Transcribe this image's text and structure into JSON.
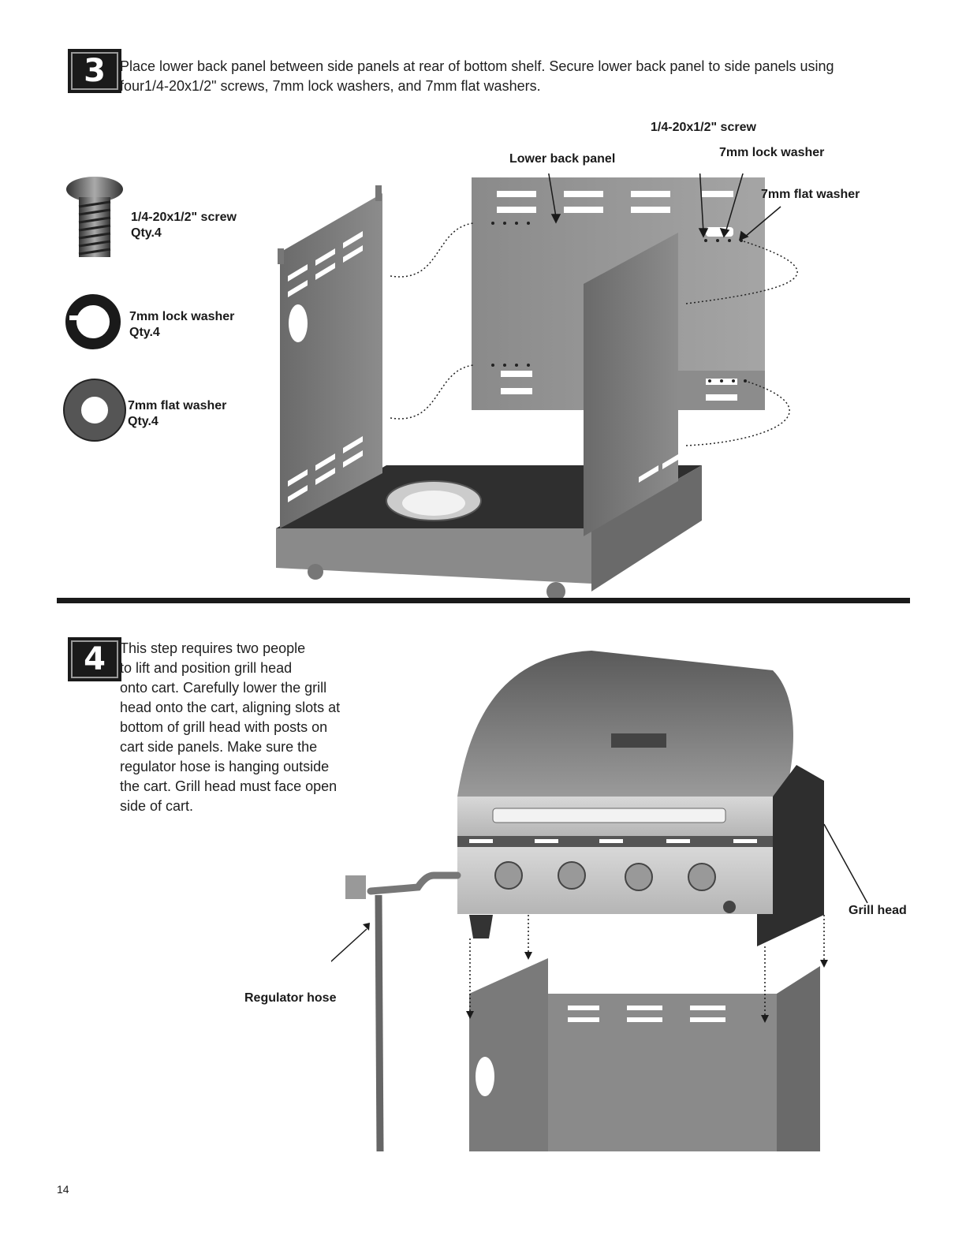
{
  "step3": {
    "number": "3",
    "instruction_line1": "Place lower back panel between side panels at rear of bottom shelf. Secure lower back panel to side panels using",
    "instruction_line2": "four1/4-20x1/2\" screws, 7mm lock washers, and 7mm flat washers.",
    "parts": [
      {
        "name": "1/4-20x1/2\" screw",
        "qty": "Qty.4",
        "icon": "screw-icon"
      },
      {
        "name": "7mm lock washer",
        "qty": "Qty.4",
        "icon": "lock-washer-icon"
      },
      {
        "name": "7mm flat washer",
        "qty": "Qty.4",
        "icon": "flat-washer-icon"
      }
    ],
    "callouts": {
      "lower_back_panel": "Lower back panel",
      "screw": "1/4-20x1/2\" screw",
      "lock_washer": "7mm lock washer",
      "flat_washer": "7mm flat washer"
    }
  },
  "step4": {
    "number": "4",
    "instruction_lines": [
      "This step requires two people",
      "to lift and position grill head",
      "onto cart. Carefully lower the grill",
      "head onto the cart, aligning slots at",
      "bottom of grill head with posts on",
      "cart side panels. Make sure the",
      "regulator hose is hanging outside",
      "the cart. Grill head must face open",
      "side of cart."
    ],
    "callouts": {
      "grill_head": "Grill head",
      "regulator_hose": "Regulator hose"
    }
  },
  "page_number": "14"
}
